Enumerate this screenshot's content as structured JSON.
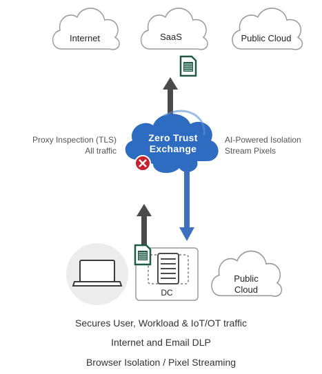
{
  "clouds": {
    "internet": "Internet",
    "saas": "SaaS",
    "public_cloud_top": "Public Cloud",
    "public_cloud_bottom_line1": "Public",
    "public_cloud_bottom_line2": "Cloud"
  },
  "exchange": {
    "line1": "Zero Trust",
    "line2": "Exchange"
  },
  "left_label": {
    "line1": "Proxy Inspection (TLS)",
    "line2": "All traffic"
  },
  "right_label": {
    "line1": "AI-Powered Isolation",
    "line2": "Stream Pixels"
  },
  "dc_label": "DC",
  "captions": [
    "Secures User, Workload & IoT/OT traffic",
    "Internet and Email DLP",
    "Browser Isolation / Pixel Streaming"
  ],
  "colors": {
    "exchange_blue": "#2d6cc0",
    "arrow_blue": "#3f6fbf",
    "arrow_dark": "#4a4a4a",
    "doc_green": "#1f5a46",
    "block_red": "#c8202f",
    "cloud_stroke": "#9a9a9a",
    "laptop_bg": "#ececec"
  }
}
